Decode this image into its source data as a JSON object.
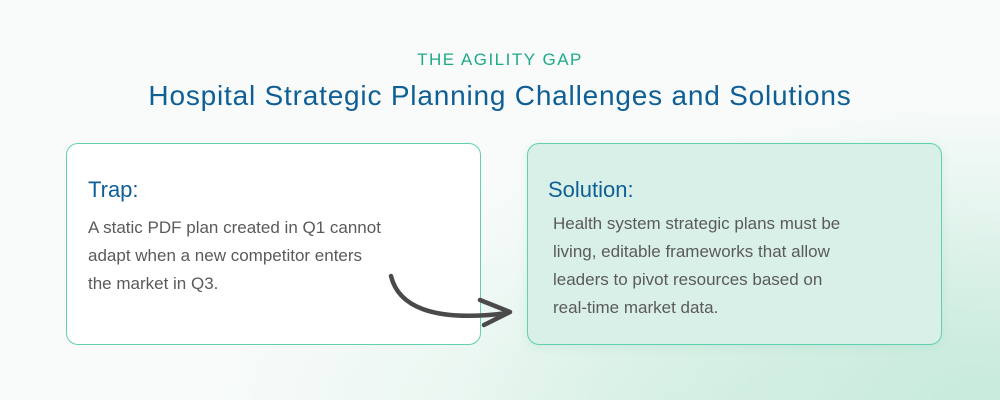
{
  "header": {
    "eyebrow": "THE AGILITY GAP",
    "title": "Hospital Strategic Planning Challenges and Solutions"
  },
  "cards": [
    {
      "heading": "Trap:",
      "lines": [
        "A static PDF plan created in Q1 cannot",
        "adapt when a new competitor enters",
        "the market in Q3."
      ]
    },
    {
      "heading": "Solution:",
      "lines": [
        "Health system strategic plans must be",
        "living, editable frameworks that allow",
        "leaders to pivot resources based on",
        "real-time market data."
      ]
    }
  ],
  "colors": {
    "eyebrow": "#1eaa88",
    "title": "#0f5f97",
    "card_border": "#62d0b0",
    "solution_bg": "#d9f0e8",
    "body_text": "#5a5a5a",
    "arrow": "#4a4a4a"
  }
}
